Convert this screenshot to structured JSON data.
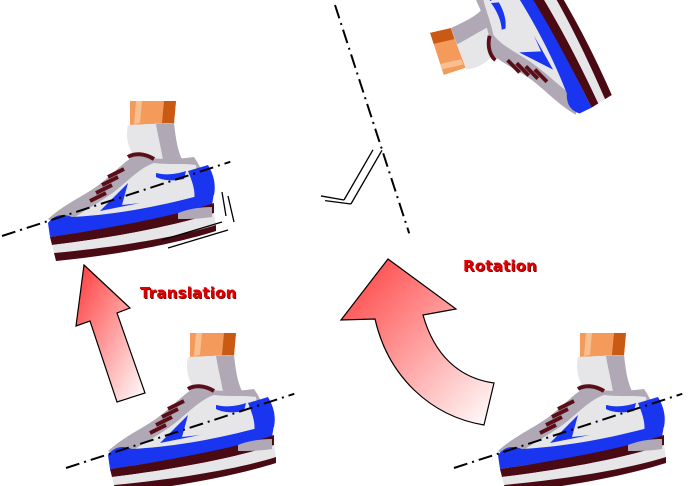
{
  "diagram": {
    "title": "",
    "labels": {
      "translation": "Translation",
      "rotation": "Rotation"
    },
    "nodes": [
      {
        "id": "shoe-translated",
        "description": "sneaker shifted up-left from start position",
        "position": "top-left"
      },
      {
        "id": "shoe-rotated",
        "description": "sneaker rotated ~70 degrees counter-clockwise",
        "position": "top-center"
      },
      {
        "id": "shoe-start-translation",
        "description": "original sneaker (translation example)",
        "position": "bottom-center-left"
      },
      {
        "id": "shoe-start-rotation",
        "description": "original sneaker (rotation example)",
        "position": "bottom-right"
      }
    ],
    "edges": [
      {
        "from": "shoe-start-translation",
        "to": "shoe-translated",
        "label": "Translation",
        "arrow": "straight"
      },
      {
        "from": "shoe-start-rotation",
        "to": "shoe-rotated",
        "label": "Rotation",
        "arrow": "curved"
      }
    ]
  },
  "colors": {
    "label_red": "#dd0000",
    "arrow_red": "#ff4444",
    "shoe_blue": "#1a35f0",
    "shoe_maroon": "#4a0a14",
    "shoe_gray": "#b0a8b4",
    "shoe_light": "#e6e6e8",
    "ankle_orange": "#f49a5a"
  }
}
